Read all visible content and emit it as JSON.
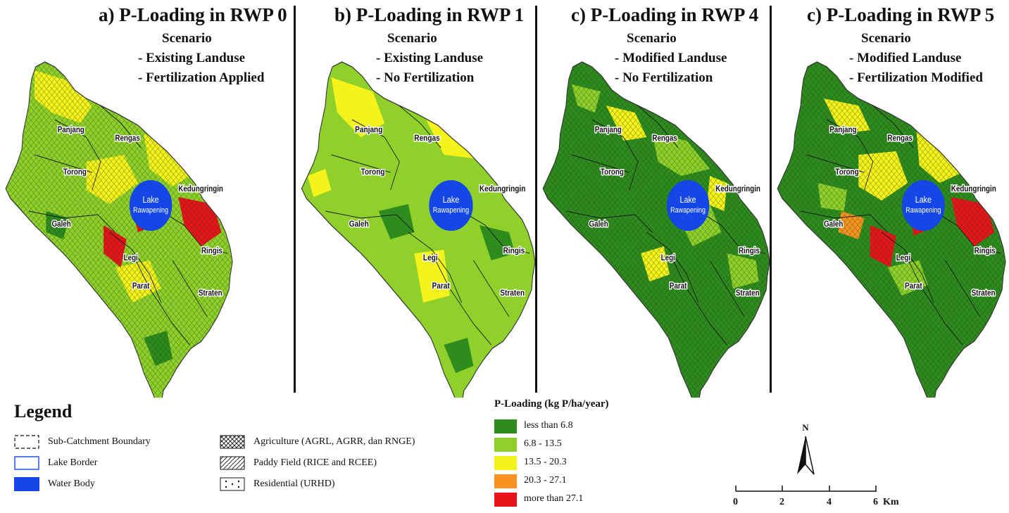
{
  "panels": [
    {
      "title": "a) P-Loading in RWP 0",
      "scenario": "Scenario",
      "line1": "- Existing Landuse",
      "line2": "- Fertilization Applied",
      "palette": "rwp0",
      "hatch": true
    },
    {
      "title": "b) P-Loading in RWP 1",
      "scenario": "Scenario",
      "line1": "- Existing Landuse",
      "line2": "- No Fertilization",
      "palette": "rwp1",
      "hatch": false
    },
    {
      "title": "c) P-Loading in RWP 4",
      "scenario": "Scenario",
      "line1": "- Modified Landuse",
      "line2": "- No Fertilization",
      "palette": "rwp4",
      "hatch": true
    },
    {
      "title": "c) P-Loading in RWP 5",
      "scenario": "Scenario",
      "line1": "- Modified Landuse",
      "line2": "- Fertilization Modified",
      "palette": "rwp5",
      "hatch": true
    }
  ],
  "subcatchments": {
    "panjang": "Panjang",
    "rengas": "Rengas",
    "torong": "Torong",
    "kedungringin": "Kedungringin",
    "galeh": "Galeh",
    "legi": "Legi",
    "ringis": "Ringis",
    "parat": "Parat",
    "straten": "Straten"
  },
  "lake": {
    "line1": "Lake",
    "line2": "Rawapening"
  },
  "legend": {
    "title": "Legend",
    "sub_catchment": "Sub-Catchment Boundary",
    "lake_border": "Lake Border",
    "water_body": "Water Body",
    "agriculture": "Agriculture (AGRL, AGRR, dan RNGE)",
    "paddy": "Paddy Field (RICE and RCEE)",
    "residential": "Residential (URHD)"
  },
  "ploading": {
    "title": "P-Loading (kg P/ha/year)",
    "classes": [
      {
        "label": "less than 6.8",
        "color": "#2e8b1e"
      },
      {
        "label": "6.8 - 13.5",
        "color": "#8fd12a"
      },
      {
        "label": "13.5 - 20.3",
        "color": "#f6f21c"
      },
      {
        "label": "20.3 - 27.1",
        "color": "#f7931e"
      },
      {
        "label": "more than 27.1",
        "color": "#e8141a"
      }
    ]
  },
  "north": {
    "label": "N"
  },
  "scalebar": {
    "ticks": [
      "0",
      "2",
      "4",
      "6"
    ],
    "unit": "Km"
  },
  "colors": {
    "water": "#1447e6",
    "lake_border": "#1447e6",
    "dark_green": "#2e8b1e",
    "light_green": "#8fd12a",
    "yellow": "#f6f21c",
    "orange": "#f7931e",
    "red": "#e8141a"
  }
}
